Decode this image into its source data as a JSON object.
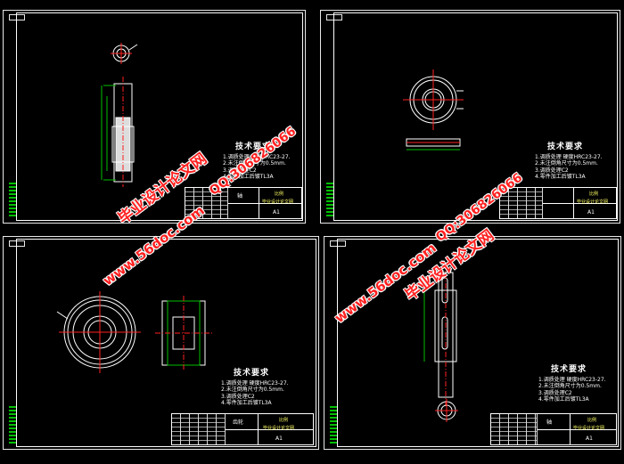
{
  "sheets": [
    {
      "tech": {
        "title": "技术要求",
        "lines": [
          "1.调质处理 硬度HRC23-27.",
          "2.未注倒角尺寸为0.5mm.",
          "3.调质处理C2",
          "4.零件加工后镀TL3A"
        ]
      },
      "title_block": {
        "name": "轴",
        "scale": "A1",
        "code": "比例",
        "company": "毕业设计论文网"
      }
    },
    {
      "tech": {
        "title": "技术要求",
        "lines": [
          "1.调质处理 硬度HRC23-27.",
          "2.未注倒角尺寸为0.5mm.",
          "3.调质处理C2",
          "4.零件加工后镀TL3A"
        ]
      },
      "title_block": {
        "name": "",
        "scale": "A1",
        "code": "比例",
        "company": "毕业设计论文网"
      }
    },
    {
      "tech": {
        "title": "技术要求",
        "lines": [
          "1.调质处理 硬度HRC23-27.",
          "2.未注倒角尺寸为0.5mm.",
          "3.调质处理C2",
          "4.零件加工后镀TL3A"
        ]
      },
      "title_block": {
        "name": "齿轮",
        "scale": "A1",
        "code": "比例",
        "company": "毕业设计论文网"
      }
    },
    {
      "tech": {
        "title": "技术要求",
        "lines": [
          "1.调质处理 硬度HRC23-27.",
          "2.未注倒角尺寸为0.5mm.",
          "3.调质处理C2",
          "4.零件加工后镀TL3A"
        ]
      },
      "title_block": {
        "name": "轴",
        "scale": "A1",
        "code": "比例",
        "company": "毕业设计论文网"
      }
    }
  ],
  "watermarks": {
    "site_cn": "毕业设计论文网",
    "site_url": "www.56doc.com",
    "qq": "QQ:306826066"
  },
  "colors": {
    "background": "#000000",
    "frame": "#ffffff",
    "centerline": "#ff2020",
    "part": "#ffffff",
    "accent": "#00c000",
    "watermark": "#ff2020"
  }
}
